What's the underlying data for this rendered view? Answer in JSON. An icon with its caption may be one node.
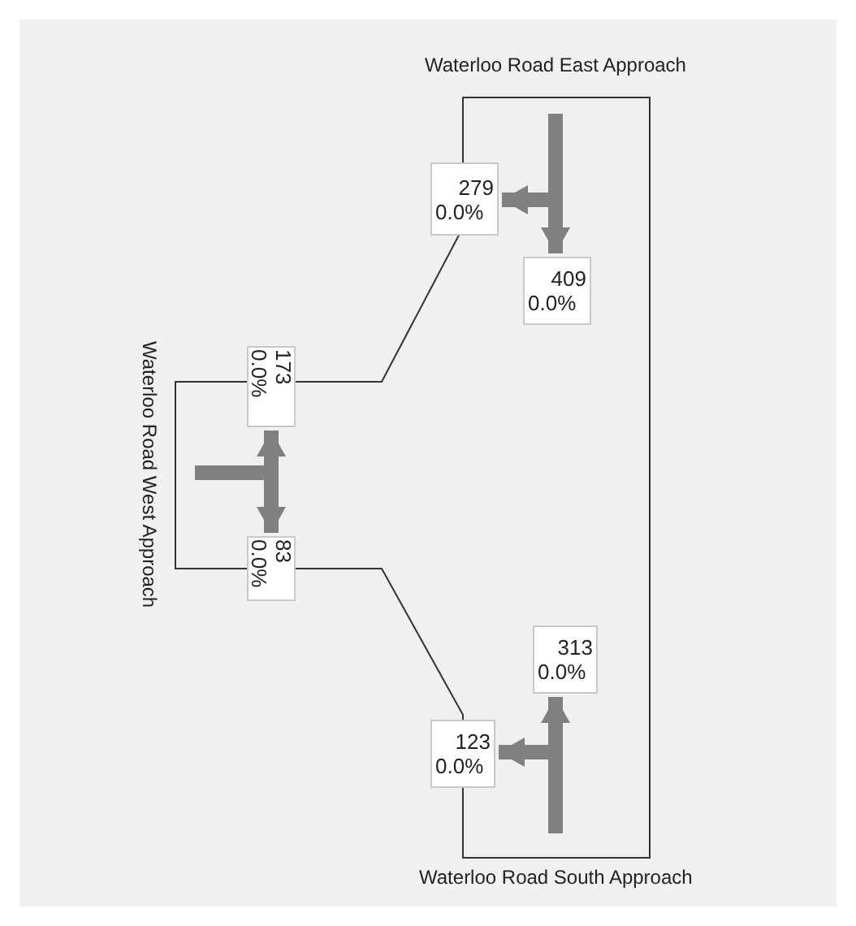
{
  "diagram": {
    "nodes": [
      {
        "text": [
          "279",
          "0.0%"
        ]
      },
      {
        "text": [
          "409",
          "0.0%"
        ]
      },
      {
        "text": [
          "173",
          "0.0%"
        ]
      },
      {
        "text": [
          "83",
          "0.0%"
        ]
      },
      {
        "text": [
          "313",
          "0.0%"
        ]
      },
      {
        "text": [
          "123",
          "0.0%"
        ]
      }
    ],
    "edges": [
      {
        "from": null,
        "to": 0,
        "arrow": "to"
      },
      {
        "from": null,
        "to": 1,
        "arrow": "to"
      },
      {
        "from": null,
        "to": 2,
        "arrow": "to"
      },
      {
        "from": null,
        "to": 3,
        "arrow": "to"
      },
      {
        "from": null,
        "to": 4,
        "arrow": "to"
      },
      {
        "from": null,
        "to": 5,
        "arrow": "to"
      }
    ],
    "labels": [
      "Waterloo Road East Approach",
      "Waterloo Road West Approach",
      "Waterloo Road South Approach"
    ]
  }
}
